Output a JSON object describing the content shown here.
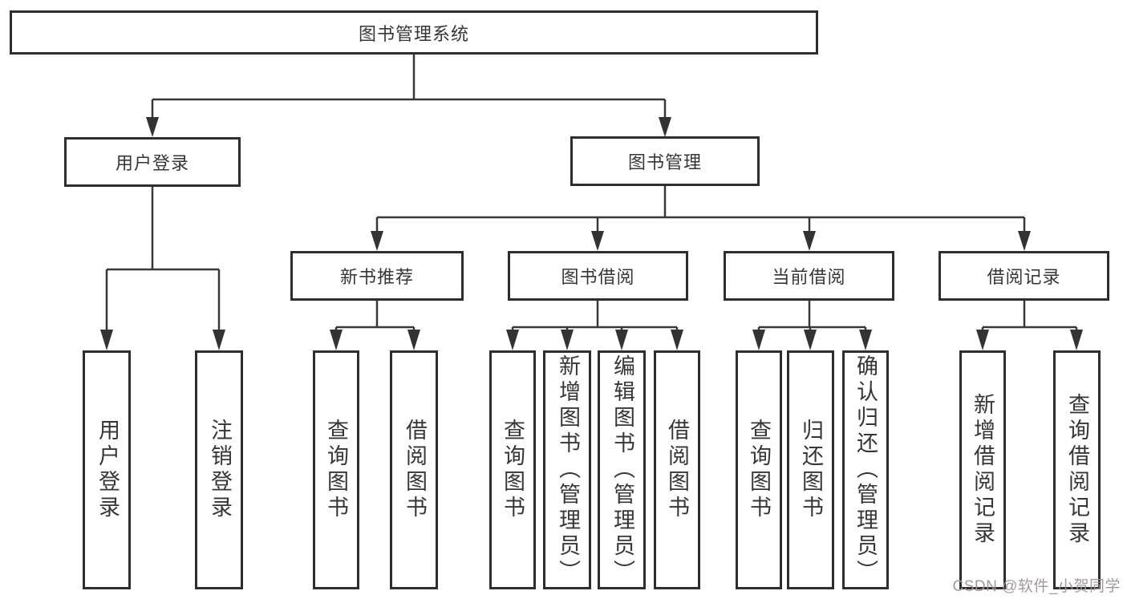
{
  "colors": {
    "line": "#383838",
    "border": "#2e2e2e",
    "text": "#363636",
    "background": "#ffffff",
    "watermark": "#9e9696"
  },
  "diagram": {
    "root": {
      "label": "图书管理系统"
    },
    "level2": [
      {
        "label": "用户登录"
      },
      {
        "label": "图书管理"
      }
    ],
    "level3": [
      {
        "label": "新书推荐"
      },
      {
        "label": "图书借阅"
      },
      {
        "label": "当前借阅"
      },
      {
        "label": "借阅记录"
      }
    ],
    "leaves": [
      {
        "label": "用户登录"
      },
      {
        "label": "注销登录"
      },
      {
        "label": "查询图书"
      },
      {
        "label": "借阅图书"
      },
      {
        "label": "查询图书"
      },
      {
        "label": "新增图书（管理员）"
      },
      {
        "label": "编辑图书（管理员）"
      },
      {
        "label": "借阅图书"
      },
      {
        "label": "查询图书"
      },
      {
        "label": "归还图书"
      },
      {
        "label": "确认归还（管理员）"
      },
      {
        "label": "新增借阅记录"
      },
      {
        "label": "查询借阅记录"
      }
    ]
  },
  "watermark": {
    "text": "CSDN @软件_小贺同学"
  }
}
